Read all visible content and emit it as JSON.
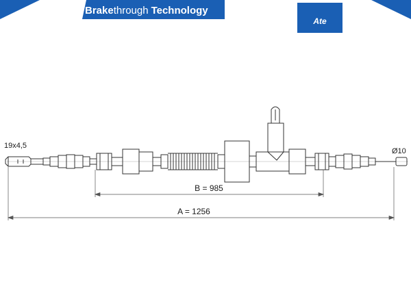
{
  "brand": {
    "bold": "Brake",
    "regular": "through",
    "bold2": "Technology",
    "logo_text": "Ate",
    "color": "#1a5fb4"
  },
  "drawing": {
    "left_end_label": "19x4,5",
    "right_end_label": "Ø10",
    "dim_b_label": "B = 985",
    "dim_a_label": "A = 1256"
  }
}
